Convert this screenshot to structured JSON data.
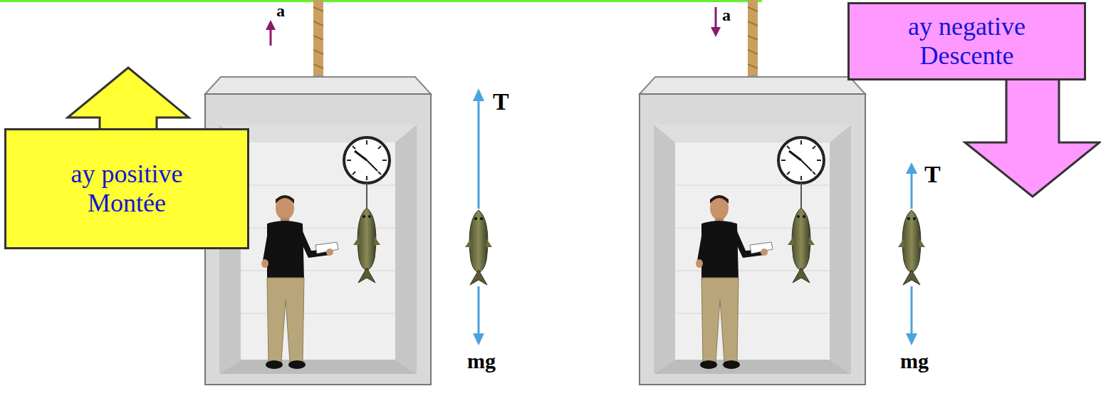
{
  "diagram": {
    "nodes": [
      {
        "text": [
          "ay positive Montée"
        ]
      },
      {
        "text": [
          "ay negative Descente"
        ]
      }
    ],
    "labels": [
      "a",
      "T",
      "mg",
      "a",
      "T",
      "mg"
    ]
  }
}
